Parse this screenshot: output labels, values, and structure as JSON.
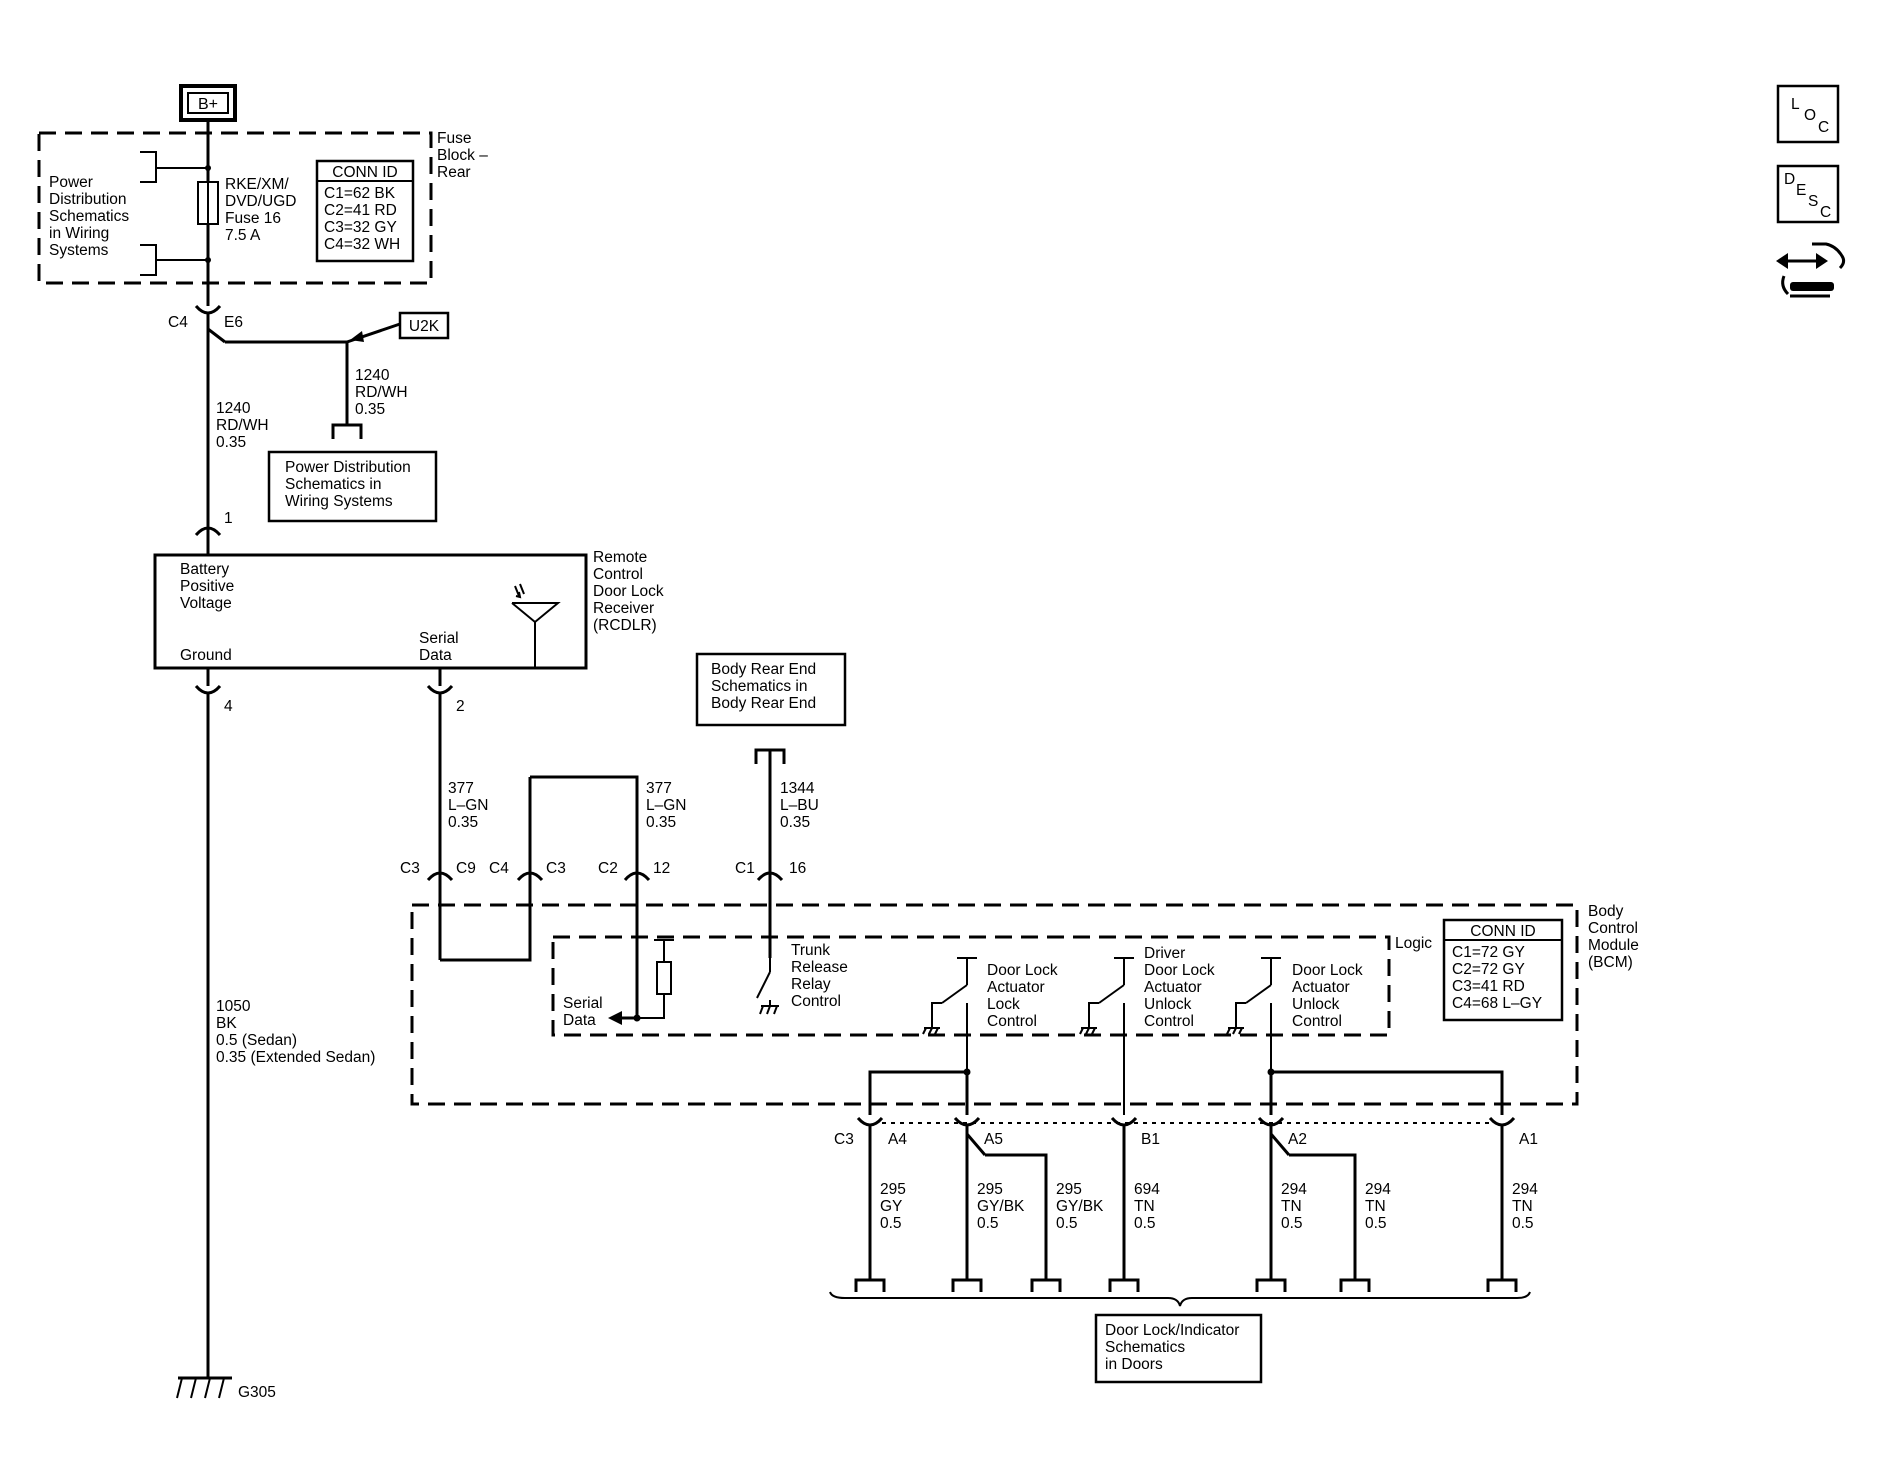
{
  "power": {
    "b_plus": "B+",
    "fuse_block_label": [
      "Fuse",
      "Block –",
      "Rear"
    ],
    "power_dist_left": [
      "Power",
      "Distribution",
      "Schematics",
      "in Wiring",
      "Systems"
    ],
    "fuse_label": [
      "RKE/XM/",
      "DVD/UGD",
      "Fuse 16",
      "7.5 A"
    ],
    "fuse_conn_id": {
      "title": "CONN ID",
      "rows": [
        "C1=62 BK",
        "C2=41 RD",
        "C3=32 GY",
        "C4=32 WH"
      ]
    },
    "c4_label": "C4",
    "e6_label": "E6",
    "u2k_label": "U2K",
    "branch_wire": [
      "1240",
      "RD/WH",
      "0.35"
    ],
    "main_wire": [
      "1240",
      "RD/WH",
      "0.35"
    ],
    "power_dist_box": [
      "Power Distribution",
      "Schematics in",
      "Wiring Systems"
    ]
  },
  "rcdlr": {
    "pin1": "1",
    "battery_label": [
      "Battery",
      "Positive",
      "Voltage"
    ],
    "ground_label": "Ground",
    "serial_label": [
      "Serial",
      "Data"
    ],
    "name": [
      "Remote",
      "Control",
      "Door Lock",
      "Receiver",
      "(RCDLR)"
    ],
    "pin4": "4",
    "pin2": "2"
  },
  "ground": {
    "wire": [
      "1050",
      "BK",
      "0.5 (Sedan)",
      "0.35 (Extended Sedan)"
    ],
    "id": "G305"
  },
  "serial_wires": {
    "wire1": [
      "377",
      "L–GN",
      "0.35"
    ],
    "wire2": [
      "377",
      "L–GN",
      "0.35"
    ],
    "trunk_wire": [
      "1344",
      "L–BU",
      "0.35"
    ]
  },
  "body_rear": [
    "Body Rear End",
    "Schematics in",
    "Body Rear End"
  ],
  "bcm_connectors": {
    "c3a": "C3",
    "c9": "C9",
    "c4": "C4",
    "c3b": "C3",
    "c2": "C2",
    "p12": "12",
    "c1": "C1",
    "p16": "16"
  },
  "bcm": {
    "logic_label": "Logic",
    "name": [
      "Body",
      "Control",
      "Module",
      "(BCM)"
    ],
    "serial_data": [
      "Serial",
      "Data"
    ],
    "trunk_release": [
      "Trunk",
      "Release",
      "Relay",
      "Control"
    ],
    "lock_control": [
      "Door Lock",
      "Actuator",
      "Lock",
      "Control"
    ],
    "driver_unlock": [
      "Driver",
      "Door Lock",
      "Actuator",
      "Unlock",
      "Control"
    ],
    "unlock_control": [
      "Door Lock",
      "Actuator",
      "Unlock",
      "Control"
    ],
    "conn_id": {
      "title": "CONN ID",
      "rows": [
        "C1=72 GY",
        "C2=72 GY",
        "C3=41 RD",
        "C4=68 L–GY"
      ]
    }
  },
  "bottom_pins": {
    "c3": "C3",
    "a4": "A4",
    "a5": "A5",
    "b1": "B1",
    "a2": "A2",
    "a1": "A1"
  },
  "bottom_wires": [
    [
      "295",
      "GY",
      "0.5"
    ],
    [
      "295",
      "GY/BK",
      "0.5"
    ],
    [
      "295",
      "GY/BK",
      "0.5"
    ],
    [
      "694",
      "TN",
      "0.5"
    ],
    [
      "294",
      "TN",
      "0.5"
    ],
    [
      "294",
      "TN",
      "0.5"
    ],
    [
      "294",
      "TN",
      "0.5"
    ]
  ],
  "door_box": [
    "Door Lock/Indicator",
    "Schematics",
    "in Doors"
  ],
  "side_icons": {
    "loc": [
      "L",
      "O",
      "C"
    ],
    "desc": [
      "D",
      "E",
      "S",
      "C"
    ]
  }
}
